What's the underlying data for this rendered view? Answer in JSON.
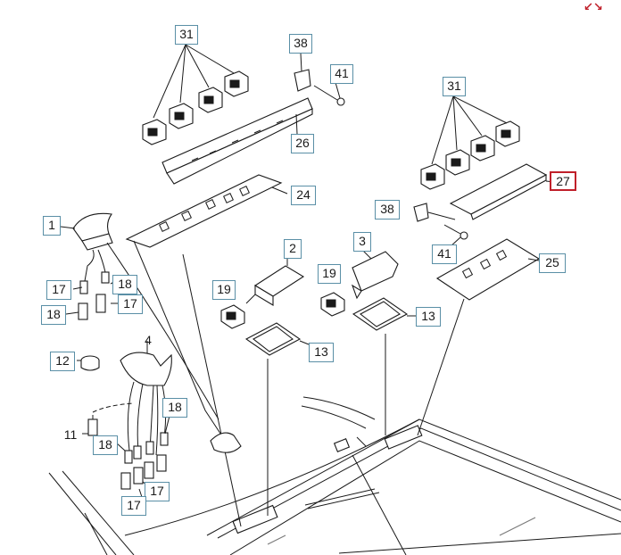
{
  "colors": {
    "callout_border": "#5a8fa6",
    "highlight_border": "#c0202a",
    "line": "#1a1a1a"
  },
  "toolbar": {
    "expand_icon": "expand-arrows-icon",
    "expand_glyph": "↙↘"
  },
  "callouts": [
    {
      "id": "c-31-left",
      "label": "31"
    },
    {
      "id": "c-38-top",
      "label": "38"
    },
    {
      "id": "c-41-top",
      "label": "41"
    },
    {
      "id": "c-26",
      "label": "26"
    },
    {
      "id": "c-24",
      "label": "24"
    },
    {
      "id": "c-31-right",
      "label": "31"
    },
    {
      "id": "c-27",
      "label": "27",
      "highlighted": true
    },
    {
      "id": "c-38-right",
      "label": "38"
    },
    {
      "id": "c-41-right",
      "label": "41"
    },
    {
      "id": "c-25",
      "label": "25"
    },
    {
      "id": "c-1",
      "label": "1"
    },
    {
      "id": "c-17-a",
      "label": "17"
    },
    {
      "id": "c-18-a",
      "label": "18"
    },
    {
      "id": "c-18-b",
      "label": "18"
    },
    {
      "id": "c-17-b",
      "label": "17"
    },
    {
      "id": "c-12",
      "label": "12"
    },
    {
      "id": "c-4",
      "label": "4"
    },
    {
      "id": "c-18-c",
      "label": "18"
    },
    {
      "id": "c-11",
      "label": "11"
    },
    {
      "id": "c-18-d",
      "label": "18"
    },
    {
      "id": "c-17-c",
      "label": "17"
    },
    {
      "id": "c-17-d",
      "label": "17"
    },
    {
      "id": "c-2",
      "label": "2"
    },
    {
      "id": "c-19-a",
      "label": "19"
    },
    {
      "id": "c-13-a",
      "label": "13"
    },
    {
      "id": "c-3",
      "label": "3"
    },
    {
      "id": "c-19-b",
      "label": "19"
    },
    {
      "id": "c-13-b",
      "label": "13"
    }
  ]
}
